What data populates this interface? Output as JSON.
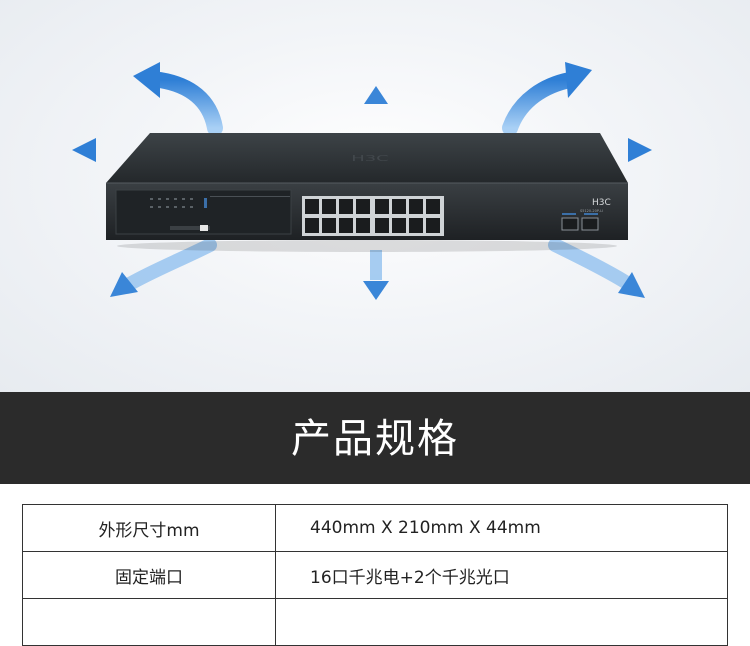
{
  "product": {
    "logo_text": "H3C",
    "model_text": "S5120-20P-LI"
  },
  "banner": {
    "title": "产品规格"
  },
  "specs": [
    {
      "label": "外形尺寸mm",
      "value": "440mm X 210mm X 44mm"
    },
    {
      "label": "固定端口",
      "value": "16口千兆电+2个千兆光口"
    },
    {
      "label": "",
      "value": ""
    }
  ],
  "colors": {
    "banner_bg": "#2b2b2b",
    "arrow_blue": "#3f8fe0",
    "switch_body": "#2f3336"
  }
}
